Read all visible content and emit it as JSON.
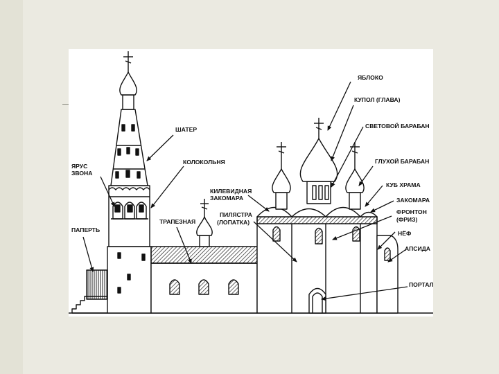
{
  "diagram": {
    "labels": {
      "yabloko": "ЯБЛОКО",
      "kupol": "КУПОЛ (ГЛАВА)",
      "svetovoy_baraban": "СВЕТОВОЙ БАРАБАН",
      "shater": "ШАТЕР",
      "glukhoy_baraban": "ГЛУХОЙ БАРАБАН",
      "yarus_zvona_1": "ЯРУС",
      "yarus_zvona_2": "ЗВОНА",
      "kolokolnya": "КОЛОКОЛЬНЯ",
      "kub_khrama": "КУБ ХРАМА",
      "kilevidnaya_1": "КИЛЕВИДНАЯ",
      "kilevidnaya_2": "ЗАКОМАРА",
      "zakomara": "ЗАКОМАРА",
      "pilyastra_1": "ПИЛЯСТРА",
      "pilyastra_2": "(ЛОПАТКА)",
      "fronton_1": "ФРОНТОН",
      "fronton_2": "(ФРИЗ)",
      "trapeznaya": "ТРАПЕЗНАЯ",
      "paperte": "ПАПЕРТЬ",
      "nef": "НЁФ",
      "apsida": "АПСИДА",
      "portal": "ПОРТАЛ"
    }
  }
}
